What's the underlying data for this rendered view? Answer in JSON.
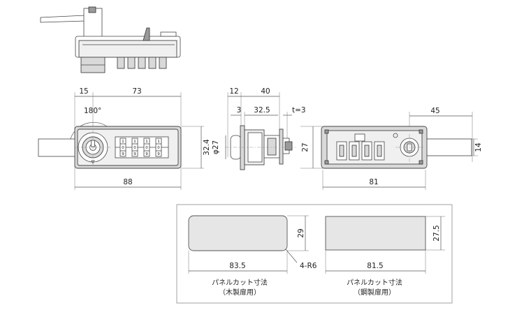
{
  "dimensions": {
    "front_left": "15",
    "front_top": "73",
    "front_angle": "180°",
    "front_height": "32.4",
    "front_bottom": "88",
    "side_d12": "12",
    "side_d40": "40",
    "side_d3": "3",
    "side_d325": "32.5",
    "side_t": "t=3",
    "side_dia": "φ27",
    "back_h27": "27",
    "back_d45": "45",
    "back_d14": "14",
    "back_d81": "81"
  },
  "dial_digits": [
    "1",
    "0",
    "9"
  ],
  "panel_cut": {
    "radius_label": "4-R6",
    "wood": {
      "height": "29",
      "width": "83.5",
      "title": "パネルカット寸法",
      "subtitle": "（木製扉用）"
    },
    "steel": {
      "height": "27.5",
      "width": "81.5",
      "title": "パネルカット寸法",
      "subtitle": "（鋼製扉用）"
    }
  },
  "colors": {
    "line": "#444444",
    "body_fill": "#f0f0f0",
    "cut_fill": "#e6e6e6"
  }
}
